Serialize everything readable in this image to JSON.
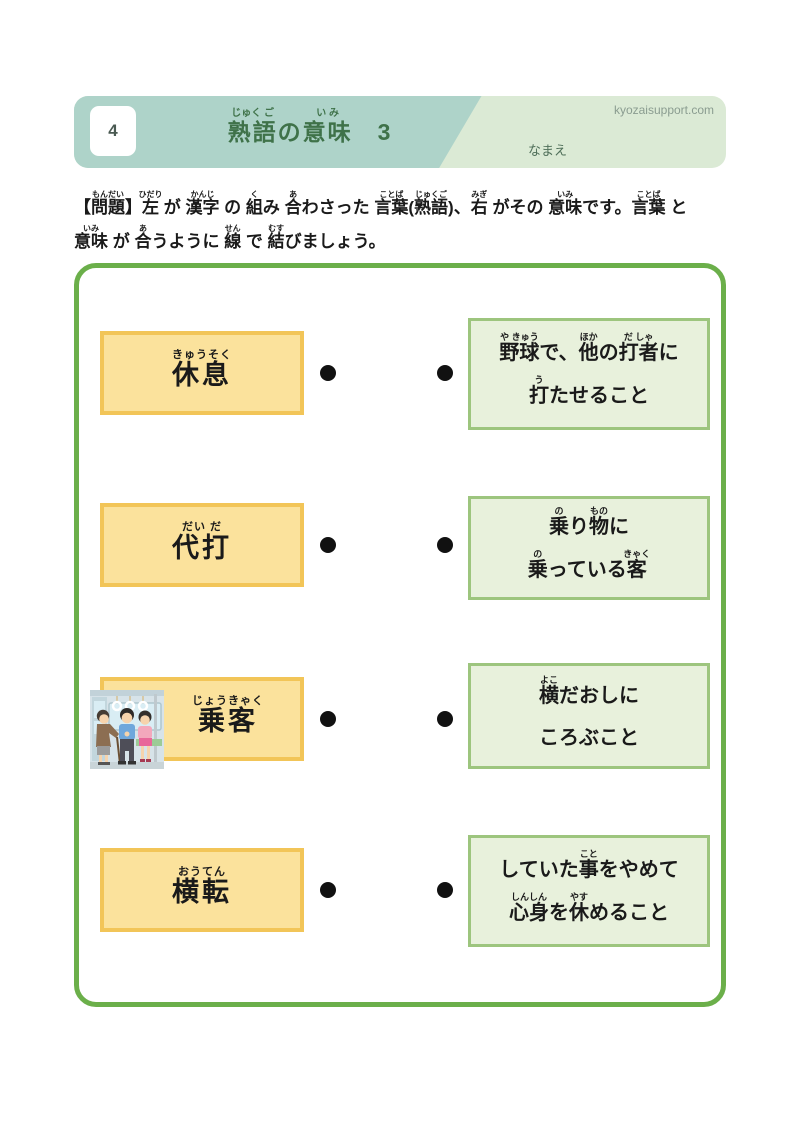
{
  "page": {
    "number": "4",
    "site": "kyozaisupport.com",
    "name_label": "なまえ"
  },
  "header": {
    "title_segments": [
      {
        "t": "熟語",
        "r": "じゅく ご"
      },
      {
        "t": "の"
      },
      {
        "t": "意味",
        "r": "い み"
      },
      {
        "t": "　3"
      }
    ]
  },
  "problem": {
    "line1": [
      {
        "t": "【"
      },
      {
        "t": "問題",
        "r": "もんだい"
      },
      {
        "t": "】"
      },
      {
        "t": "左",
        "r": "ひだり"
      },
      {
        "t": " が "
      },
      {
        "t": "漢字",
        "r": "かんじ"
      },
      {
        "t": " の "
      },
      {
        "t": "組",
        "r": "く"
      },
      {
        "t": "み "
      },
      {
        "t": "合",
        "r": "あ"
      },
      {
        "t": "わさった "
      },
      {
        "t": "言葉",
        "r": "ことば"
      },
      {
        "t": "("
      },
      {
        "t": "熟語",
        "r": "じゅくご"
      },
      {
        "t": ")、"
      },
      {
        "t": "右",
        "r": "みぎ"
      },
      {
        "t": " がその "
      },
      {
        "t": "意味",
        "r": "いみ"
      },
      {
        "t": "です。"
      },
      {
        "t": "言葉",
        "r": "ことば"
      },
      {
        "t": " と"
      }
    ],
    "line2": [
      {
        "t": "意味",
        "r": "いみ"
      },
      {
        "t": " が "
      },
      {
        "t": "合",
        "r": "あ"
      },
      {
        "t": "うように "
      },
      {
        "t": "線",
        "r": "せん"
      },
      {
        "t": " で "
      },
      {
        "t": "結",
        "r": "むす"
      },
      {
        "t": "びましょう。"
      }
    ]
  },
  "words": [
    {
      "id": "kyusoku",
      "segments": [
        {
          "t": "休息",
          "r": "きゅうそく"
        }
      ]
    },
    {
      "id": "daida",
      "segments": [
        {
          "t": "代打",
          "r": "だい だ"
        }
      ]
    },
    {
      "id": "jokyaku",
      "segments": [
        {
          "t": "乗客",
          "r": "じょうきゃく"
        }
      ]
    },
    {
      "id": "oten",
      "segments": [
        {
          "t": "横転",
          "r": "おうてん"
        }
      ]
    }
  ],
  "meanings": [
    {
      "line1": [
        {
          "t": "野球",
          "r": "や きゅう"
        },
        {
          "t": "で、"
        },
        {
          "t": "他",
          "r": "ほか"
        },
        {
          "t": "の"
        },
        {
          "t": "打者",
          "r": "だ しゃ"
        },
        {
          "t": "に"
        }
      ],
      "line2": [
        {
          "t": "打",
          "r": "う"
        },
        {
          "t": "たせること"
        }
      ]
    },
    {
      "line1": [
        {
          "t": "乗",
          "r": "の"
        },
        {
          "t": "り"
        },
        {
          "t": "物",
          "r": "もの"
        },
        {
          "t": "に"
        }
      ],
      "line2": [
        {
          "t": "乗",
          "r": "の"
        },
        {
          "t": "っている"
        },
        {
          "t": "客",
          "r": "きゃく"
        }
      ]
    },
    {
      "line1": [
        {
          "t": "横",
          "r": "よこ"
        },
        {
          "t": "だおしに"
        }
      ],
      "line2": [
        {
          "t": "ころぶこと"
        }
      ]
    },
    {
      "line1": [
        {
          "t": "していた"
        },
        {
          "t": "事",
          "r": "こと"
        },
        {
          "t": "をやめて"
        }
      ],
      "line2": [
        {
          "t": "心身",
          "r": "しんしん"
        },
        {
          "t": "を"
        },
        {
          "t": "休",
          "r": "やす"
        },
        {
          "t": "めること"
        }
      ]
    }
  ],
  "illustration": {
    "name": "train-passengers-illustration"
  },
  "colors": {
    "header_teal": "#AED3C9",
    "header_green": "#DBEAD5",
    "title_green": "#3F7249",
    "outer_border": "#6BAF4A",
    "word_fill": "#FBE29C",
    "word_border": "#F2C558",
    "meaning_fill": "#E8F1DC",
    "meaning_border": "#9DC57E",
    "dot": "#111111"
  }
}
